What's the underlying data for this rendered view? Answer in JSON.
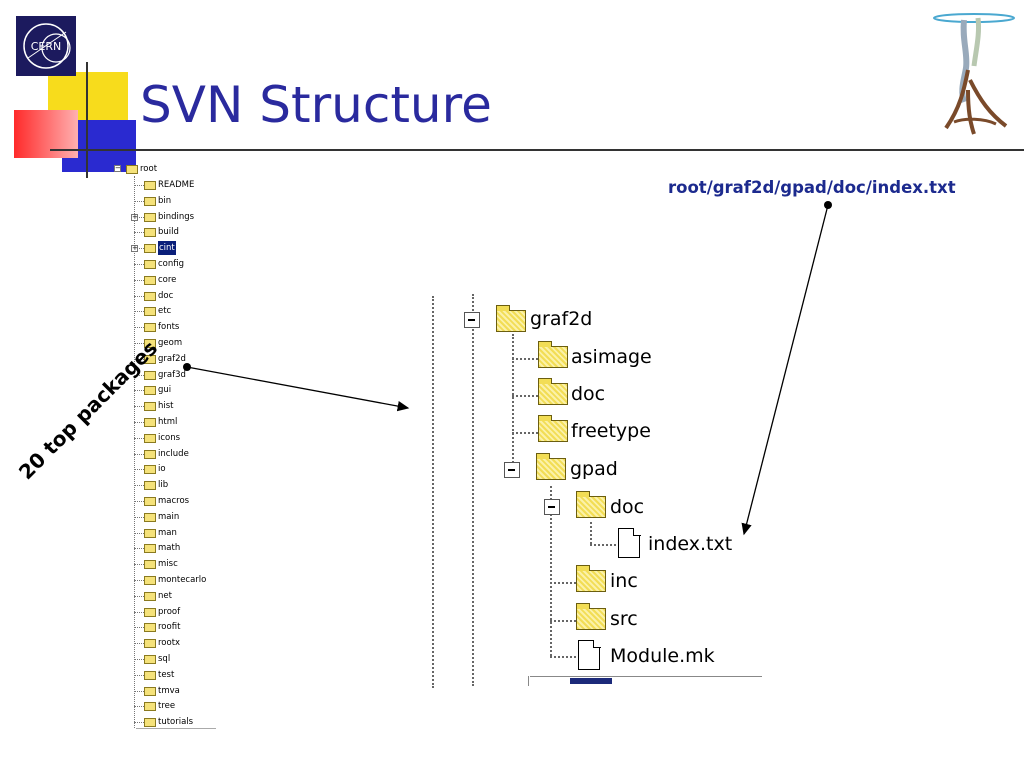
{
  "slide": {
    "title": "SVN Structure",
    "logo_text": "CERN",
    "annotation_path": "root/graf2d/gpad/doc/index.txt",
    "annotation_rotated": "20 top packages"
  },
  "small_tree": {
    "root": "root",
    "items": [
      {
        "label": "README",
        "expander": false,
        "selected": false
      },
      {
        "label": "bin",
        "expander": false,
        "selected": false
      },
      {
        "label": "bindings",
        "expander": true,
        "selected": false
      },
      {
        "label": "build",
        "expander": false,
        "selected": false
      },
      {
        "label": "cint",
        "expander": true,
        "selected": true
      },
      {
        "label": "config",
        "expander": false,
        "selected": false
      },
      {
        "label": "core",
        "expander": false,
        "selected": false
      },
      {
        "label": "doc",
        "expander": false,
        "selected": false
      },
      {
        "label": "etc",
        "expander": false,
        "selected": false
      },
      {
        "label": "fonts",
        "expander": false,
        "selected": false
      },
      {
        "label": "geom",
        "expander": false,
        "selected": false
      },
      {
        "label": "graf2d",
        "expander": false,
        "selected": false
      },
      {
        "label": "graf3d",
        "expander": false,
        "selected": false
      },
      {
        "label": "gui",
        "expander": false,
        "selected": false
      },
      {
        "label": "hist",
        "expander": false,
        "selected": false
      },
      {
        "label": "html",
        "expander": false,
        "selected": false
      },
      {
        "label": "icons",
        "expander": false,
        "selected": false
      },
      {
        "label": "include",
        "expander": false,
        "selected": false
      },
      {
        "label": "io",
        "expander": false,
        "selected": false
      },
      {
        "label": "lib",
        "expander": false,
        "selected": false
      },
      {
        "label": "macros",
        "expander": false,
        "selected": false
      },
      {
        "label": "main",
        "expander": false,
        "selected": false
      },
      {
        "label": "man",
        "expander": false,
        "selected": false
      },
      {
        "label": "math",
        "expander": false,
        "selected": false
      },
      {
        "label": "misc",
        "expander": false,
        "selected": false
      },
      {
        "label": "montecarlo",
        "expander": false,
        "selected": false
      },
      {
        "label": "net",
        "expander": false,
        "selected": false
      },
      {
        "label": "proof",
        "expander": false,
        "selected": false
      },
      {
        "label": "roofit",
        "expander": false,
        "selected": false
      },
      {
        "label": "rootx",
        "expander": false,
        "selected": false
      },
      {
        "label": "sql",
        "expander": false,
        "selected": false
      },
      {
        "label": "test",
        "expander": false,
        "selected": false
      },
      {
        "label": "tmva",
        "expander": false,
        "selected": false
      },
      {
        "label": "tree",
        "expander": false,
        "selected": false
      },
      {
        "label": "tutorials",
        "expander": false,
        "selected": false
      }
    ]
  },
  "big_tree": {
    "graf2d": "graf2d",
    "asimage": "asimage",
    "doc": "doc",
    "freetype": "freetype",
    "gpad": "gpad",
    "gpad_doc": "doc",
    "index_txt": "index.txt",
    "inc": "inc",
    "src": "src",
    "module_mk": "Module.mk"
  },
  "colors": {
    "title": "#2a2a9e",
    "annotation": "#1c2a8e",
    "logo_bg": "#1c1a5e",
    "selection": "#0a1f7a",
    "folder": "#f2dd55"
  }
}
